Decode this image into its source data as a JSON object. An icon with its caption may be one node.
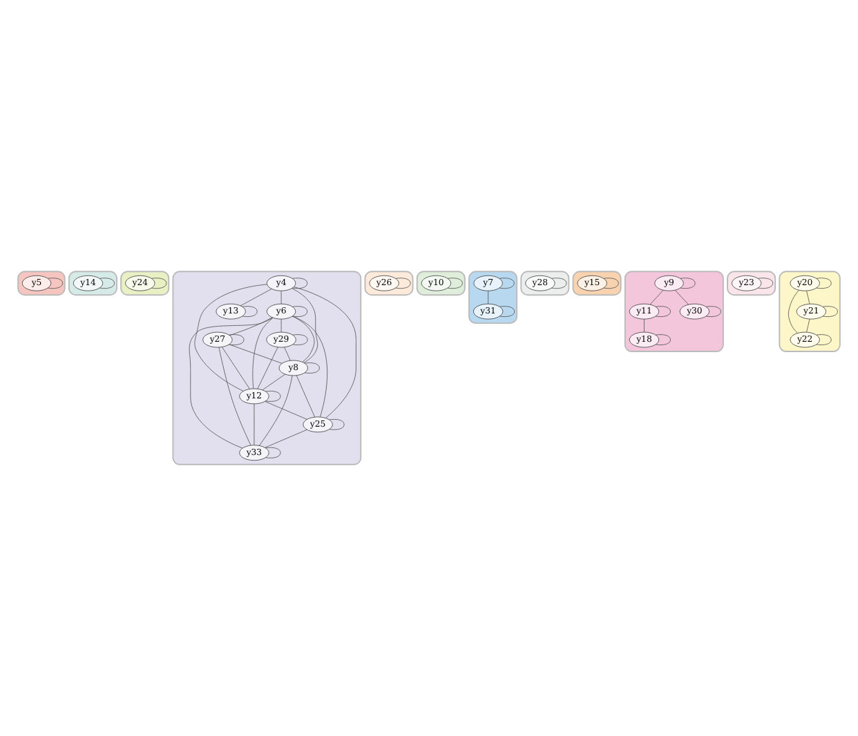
{
  "diagram": {
    "nodes": [
      {
        "text": [],
        "shape": "blob"
      },
      {
        "text": [
          "y5"
        ],
        "in": 0
      },
      {
        "text": [],
        "shape": "blob"
      },
      {
        "text": [
          "y14"
        ],
        "in": 2
      },
      {
        "text": [],
        "shape": "blob"
      },
      {
        "text": [
          "y24"
        ],
        "in": 4
      },
      {
        "text": [],
        "shape": "blob"
      },
      {
        "text": [
          "y29"
        ],
        "in": 6
      },
      {
        "text": [
          "y6"
        ],
        "in": 6
      },
      {
        "text": [
          "y27"
        ],
        "in": 6
      },
      {
        "text": [
          "y4"
        ],
        "in": 6
      },
      {
        "text": [
          "y13"
        ],
        "in": 6
      },
      {
        "text": [
          "y8"
        ],
        "in": 6
      },
      {
        "text": [
          "y33"
        ],
        "in": 6
      },
      {
        "text": [
          "y25"
        ],
        "in": 6
      },
      {
        "text": [
          "y12"
        ],
        "in": 6
      },
      {
        "text": [],
        "shape": "blob"
      },
      {
        "text": [
          "y26"
        ],
        "in": 16
      },
      {
        "text": [],
        "shape": "blob"
      },
      {
        "text": [
          "y10"
        ],
        "in": 18
      },
      {
        "text": [],
        "shape": "blob"
      },
      {
        "text": [
          "y7"
        ],
        "in": 20
      },
      {
        "text": [
          "y31"
        ],
        "in": 20
      },
      {
        "text": [],
        "shape": "blob"
      },
      {
        "text": [
          "y28"
        ],
        "in": 23
      },
      {
        "text": [],
        "shape": "blob"
      },
      {
        "text": [
          "y15"
        ],
        "in": 25
      },
      {
        "text": [],
        "shape": "blob"
      },
      {
        "text": [
          "y9"
        ],
        "in": 27
      },
      {
        "text": [
          "y11"
        ],
        "in": 27
      },
      {
        "text": [
          "y18"
        ],
        "in": 27
      },
      {
        "text": [
          "y30"
        ],
        "in": 27
      },
      {
        "text": [],
        "shape": "blob"
      },
      {
        "text": [
          "y23"
        ],
        "in": 32
      },
      {
        "text": [],
        "shape": "blob"
      },
      {
        "text": [
          "y20"
        ],
        "in": 34
      },
      {
        "text": [
          "y22"
        ],
        "in": 34
      },
      {
        "text": [
          "y21"
        ],
        "in": 34
      }
    ],
    "edges": [
      {
        "from": 1,
        "to": 1,
        "arrow": "none"
      },
      {
        "from": 3,
        "to": 3,
        "arrow": "none"
      },
      {
        "from": 5,
        "to": 5,
        "arrow": "none"
      },
      {
        "from": 7,
        "to": 7,
        "arrow": "none"
      },
      {
        "from": 8,
        "to": 8,
        "arrow": "none"
      },
      {
        "from": 9,
        "to": 9,
        "arrow": "none"
      },
      {
        "from": 10,
        "to": 10,
        "arrow": "none"
      },
      {
        "from": 11,
        "to": 11,
        "arrow": "none"
      },
      {
        "from": 12,
        "to": 12,
        "arrow": "none"
      },
      {
        "from": 13,
        "to": 13,
        "arrow": "none"
      },
      {
        "from": 14,
        "to": 14,
        "arrow": "none"
      },
      {
        "from": 15,
        "to": 15,
        "arrow": "none"
      },
      {
        "from": 8,
        "to": 7,
        "arrow": "none"
      },
      {
        "from": 8,
        "to": 9,
        "arrow": "none"
      },
      {
        "from": 10,
        "to": 8,
        "arrow": "none"
      },
      {
        "from": 8,
        "to": 12,
        "arrow": "none"
      },
      {
        "from": 8,
        "to": 15,
        "arrow": "none"
      },
      {
        "from": 8,
        "to": 14,
        "arrow": "none"
      },
      {
        "from": 8,
        "to": 13,
        "arrow": "none"
      },
      {
        "from": 7,
        "to": 12,
        "arrow": "none"
      },
      {
        "from": 7,
        "to": 15,
        "arrow": "none"
      },
      {
        "from": 9,
        "to": 12,
        "arrow": "none"
      },
      {
        "from": 9,
        "to": 15,
        "arrow": "none"
      },
      {
        "from": 9,
        "to": 13,
        "arrow": "none"
      },
      {
        "from": 10,
        "to": 11,
        "arrow": "none"
      },
      {
        "from": 10,
        "to": 12,
        "arrow": "none"
      },
      {
        "from": 10,
        "to": 15,
        "arrow": "none"
      },
      {
        "from": 10,
        "to": 14,
        "arrow": "none"
      },
      {
        "from": 12,
        "to": 13,
        "arrow": "none"
      },
      {
        "from": 12,
        "to": 14,
        "arrow": "none"
      },
      {
        "from": 12,
        "to": 15,
        "arrow": "none"
      },
      {
        "from": 15,
        "to": 13,
        "arrow": "none"
      },
      {
        "from": 15,
        "to": 14,
        "arrow": "none"
      },
      {
        "from": 14,
        "to": 13,
        "arrow": "none"
      },
      {
        "from": 17,
        "to": 17,
        "arrow": "none"
      },
      {
        "from": 19,
        "to": 19,
        "arrow": "none"
      },
      {
        "from": 21,
        "to": 21,
        "arrow": "none"
      },
      {
        "from": 22,
        "to": 22,
        "arrow": "none"
      },
      {
        "from": 21,
        "to": 22,
        "arrow": "none"
      },
      {
        "from": 24,
        "to": 24,
        "arrow": "none"
      },
      {
        "from": 26,
        "to": 26,
        "arrow": "none"
      },
      {
        "from": 28,
        "to": 28,
        "arrow": "none"
      },
      {
        "from": 29,
        "to": 29,
        "arrow": "none"
      },
      {
        "from": 28,
        "to": 29,
        "arrow": "none"
      },
      {
        "from": 28,
        "to": 31,
        "arrow": "none"
      },
      {
        "from": 29,
        "to": 30,
        "arrow": "none"
      },
      {
        "from": 30,
        "to": 30,
        "arrow": "none"
      },
      {
        "from": 31,
        "to": 31,
        "arrow": "none"
      },
      {
        "from": 33,
        "to": 33,
        "arrow": "none"
      },
      {
        "from": 35,
        "to": 35,
        "arrow": "none"
      },
      {
        "from": 35,
        "to": 36,
        "arrow": "none"
      },
      {
        "from": 35,
        "to": 37,
        "arrow": "none"
      },
      {
        "from": 37,
        "to": 36,
        "arrow": "none"
      },
      {
        "from": 36,
        "to": 36,
        "arrow": "none"
      },
      {
        "from": 37,
        "to": 37,
        "arrow": "none"
      }
    ]
  }
}
